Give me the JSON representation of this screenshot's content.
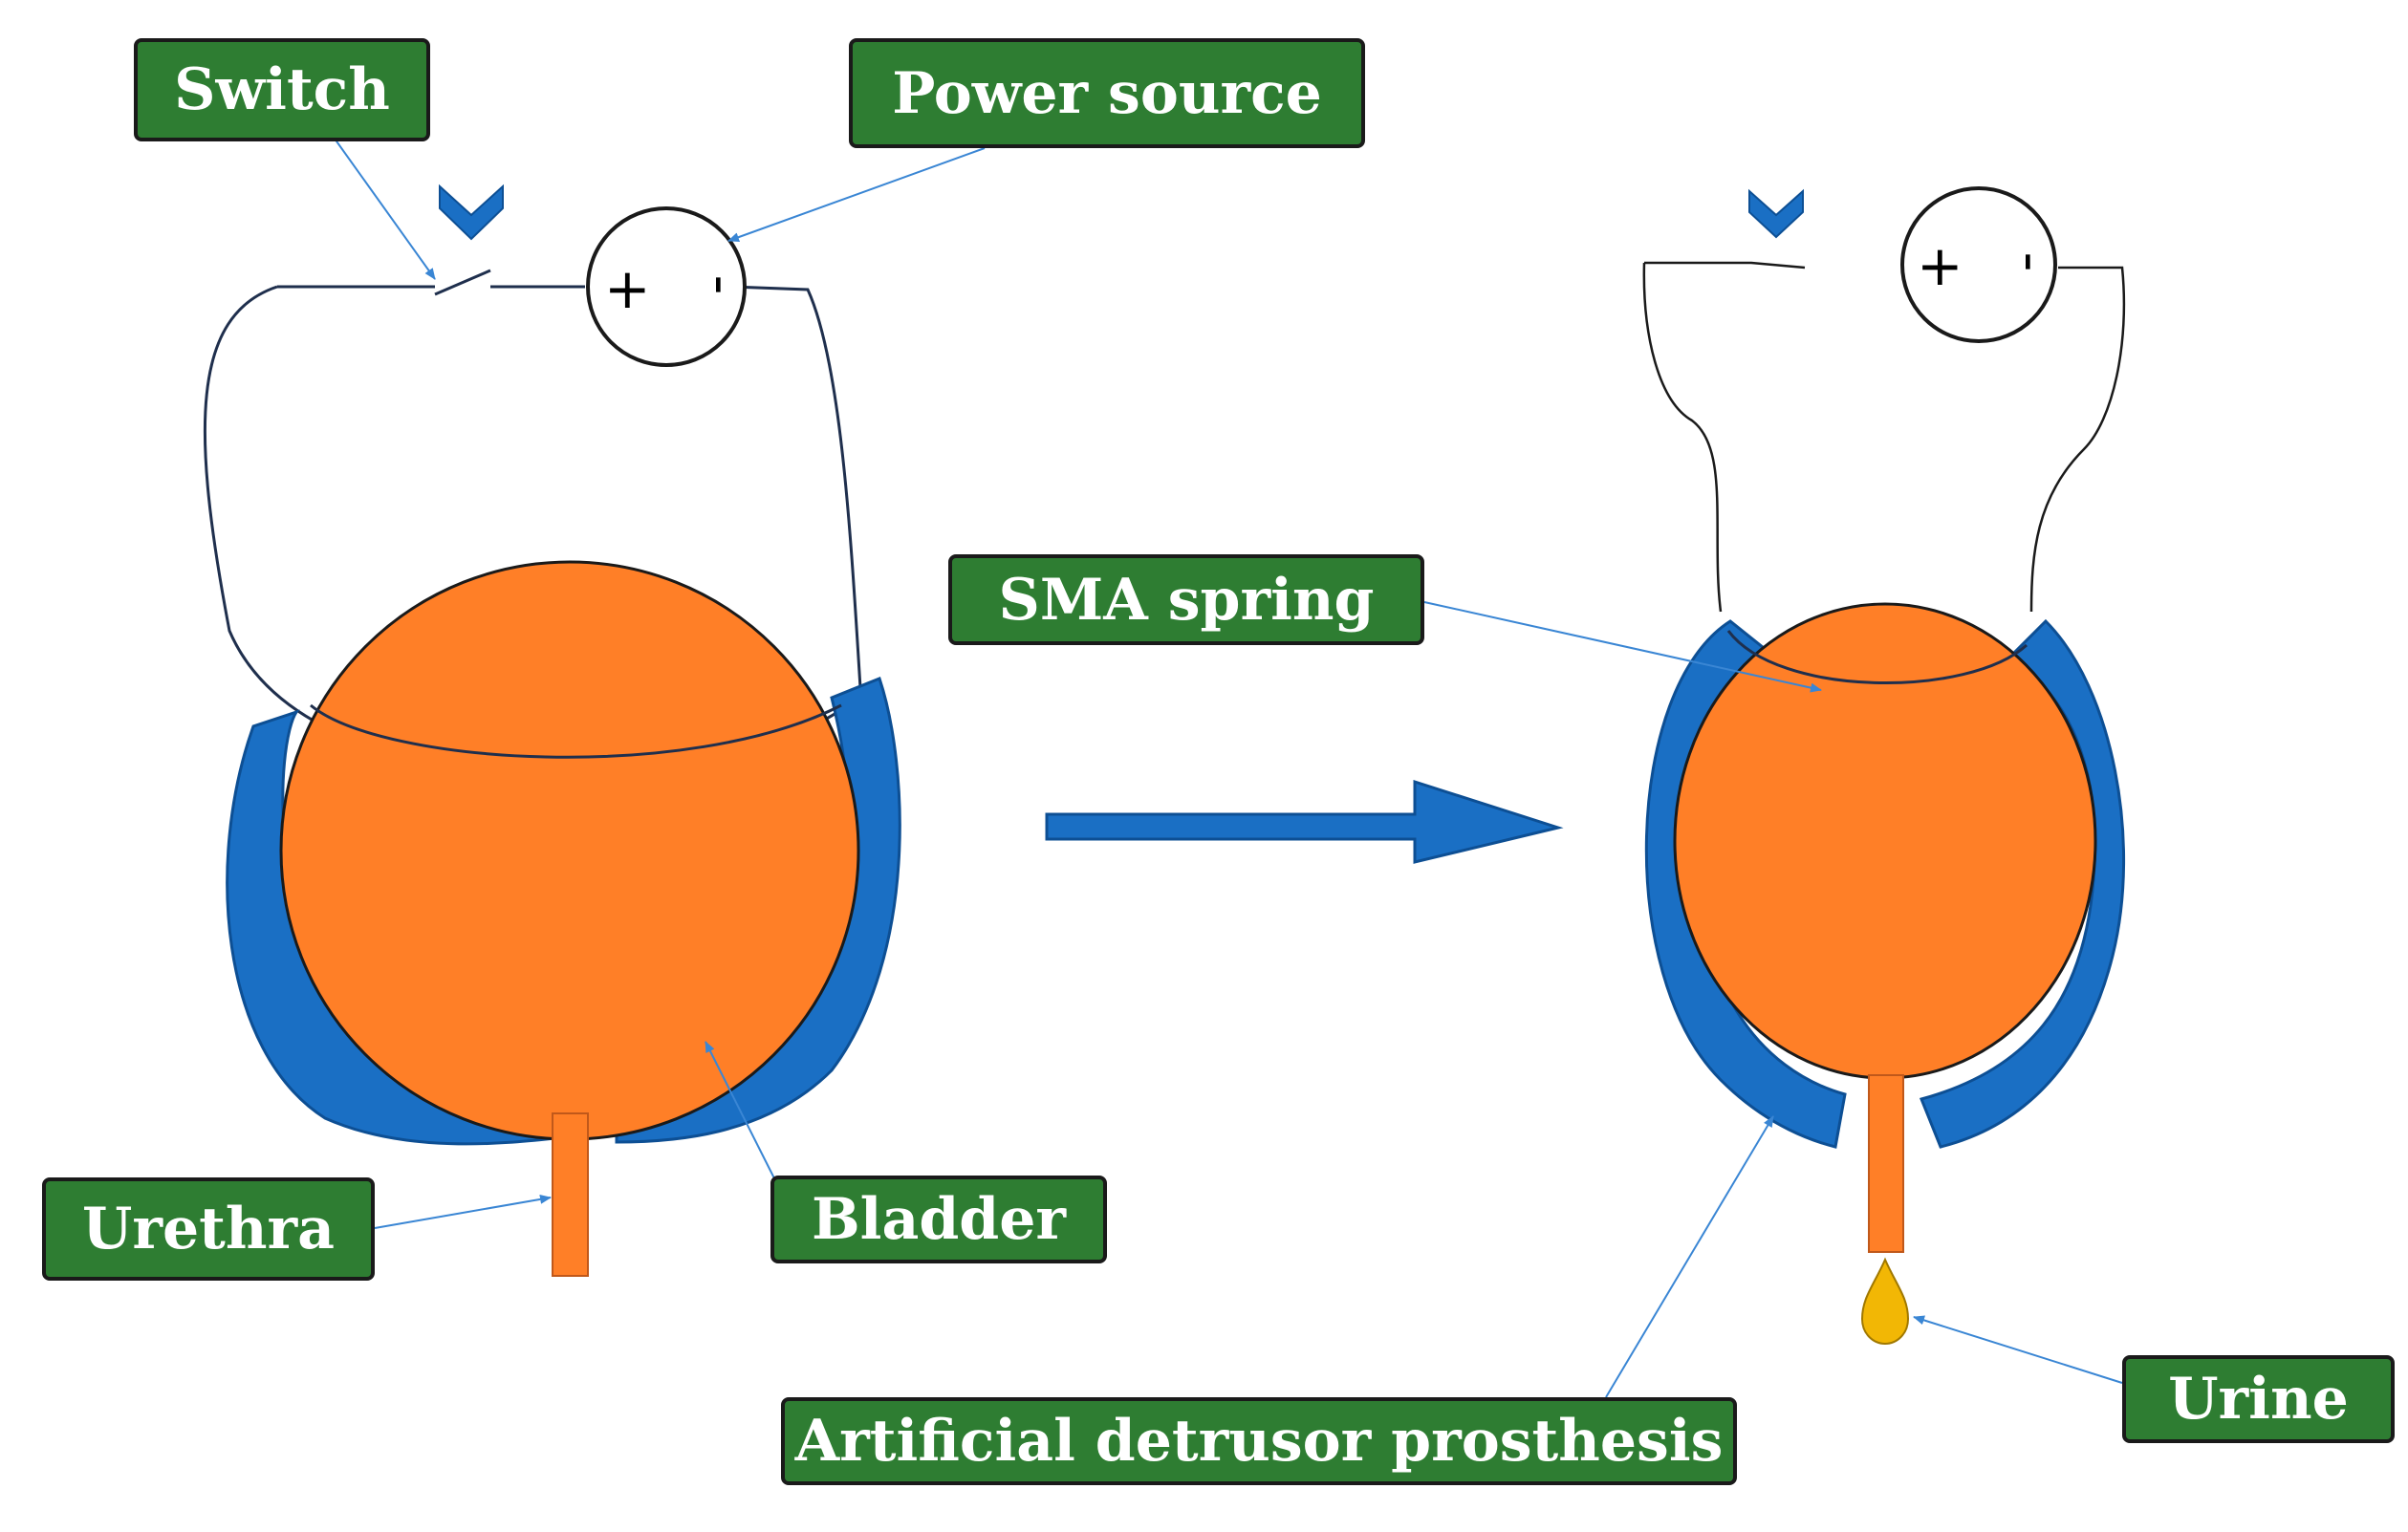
{
  "labels": {
    "switch": "Switch",
    "power_source": "Power source",
    "sma_spring": "SMA spring",
    "urethra": "Urethra",
    "bladder": "Bladder",
    "urine": "Urine",
    "prosthesis": "Artificial detrusor prosthesis"
  },
  "battery": {
    "positive": "+",
    "negative": "-"
  },
  "colors": {
    "label_bg": "#2e7d32",
    "bladder": "#ff7f27",
    "prosthesis": "#1a6fc4",
    "arrow": "#1a6fc4",
    "urine": "#f2b705",
    "pointer_line": "#3a86d4"
  }
}
